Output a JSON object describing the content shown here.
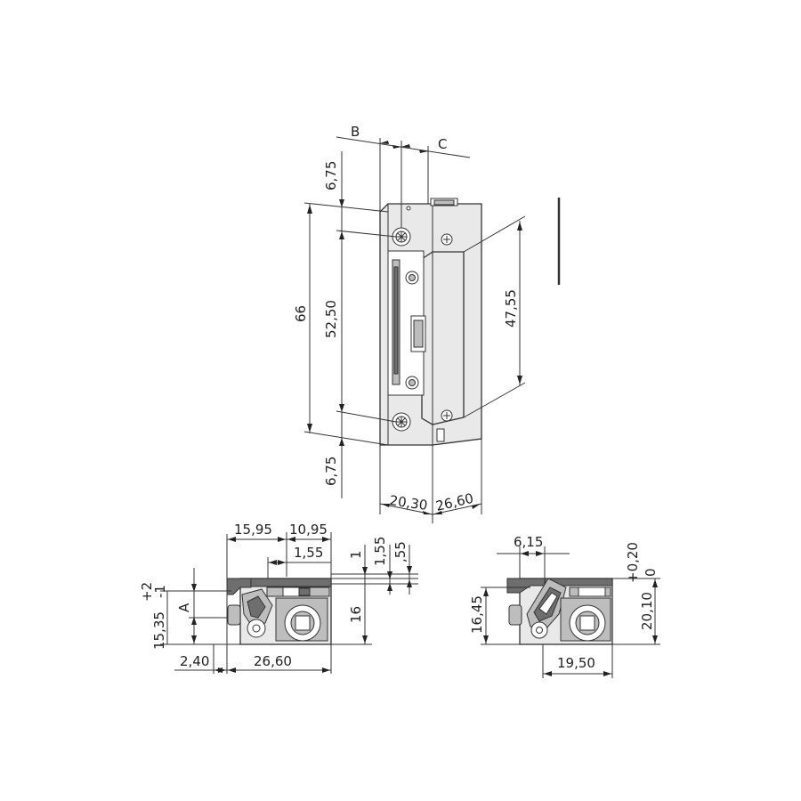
{
  "front_view": {
    "label_b": "B",
    "label_c": "C",
    "dim_top_offset": "6,75",
    "dim_bottom_offset": "6,75",
    "dim_overall_height": "66",
    "dim_screw_pitch": "52,50",
    "dim_faceplate_height": "47,55",
    "dim_body_width": "20,30",
    "dim_overall_width": "26,60"
  },
  "section_left": {
    "dim_15_95": "15,95",
    "dim_10_95": "10,95",
    "dim_1_55_a": "1,55",
    "dim_1": "1",
    "dim_1_55_b": "1,55",
    "dim_0_55": ",55",
    "dim_tol_plus": "+2",
    "dim_tol_minus": "-1",
    "label_a": "A",
    "dim_15_35": "15,35",
    "dim_16": "16",
    "dim_2_40": "2,40",
    "dim_26_60": "26,60"
  },
  "section_right": {
    "dim_6_15": "6,15",
    "dim_tol_plus": "+0,20",
    "dim_tol_zero": "0",
    "dim_16_45": "16,45",
    "dim_20_10": "20,10",
    "dim_19_50": "19,50"
  }
}
